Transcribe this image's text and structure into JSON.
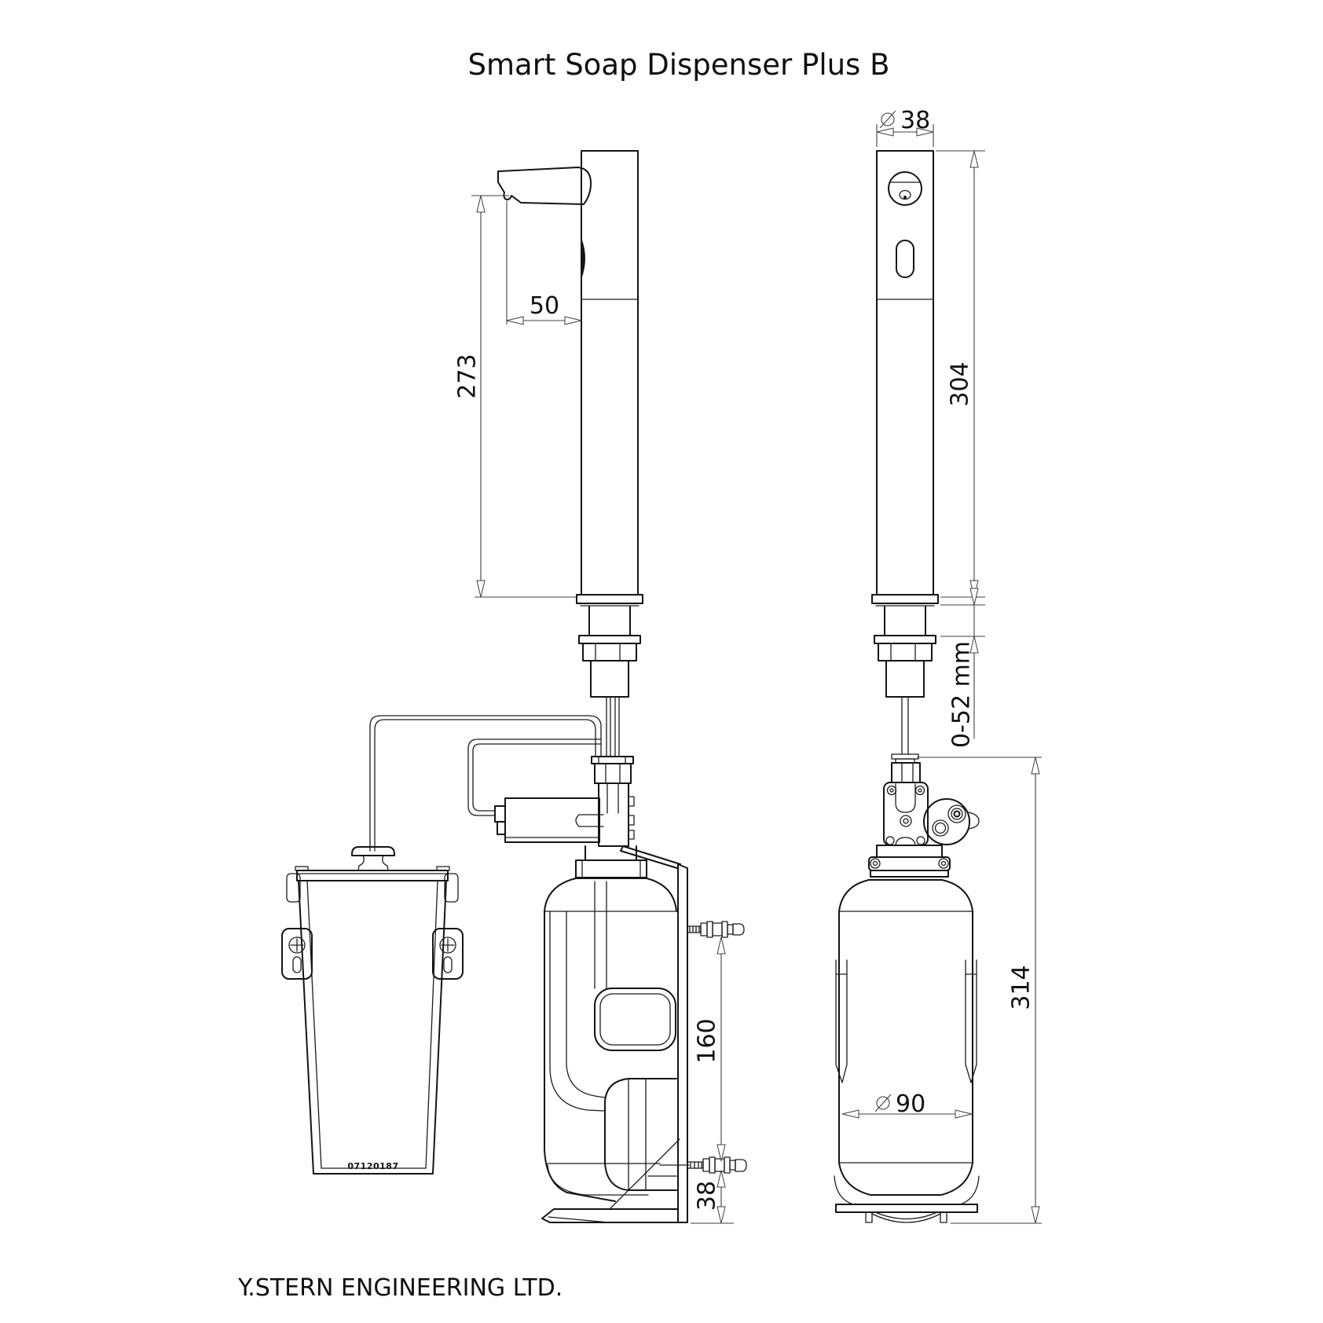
{
  "title": "Smart Soap Dispenser Plus B",
  "footer": "Y.STERN ENGINEERING LTD.",
  "drawing": {
    "serial_number": "07120187",
    "colors": {
      "object_line": "#141414",
      "dimension_line": "#3f3f3f",
      "background": "#ffffff"
    },
    "dimensions": {
      "head_diameter_mm": "38",
      "spout_reach_mm": "50",
      "spout_height_mm": "273",
      "column_height_mm": "304",
      "deck_thickness_range": "0-52 mm",
      "bracket_hole_spacing_mm": "160",
      "bracket_bottom_offset_mm": "38",
      "bottle_diameter_mm": "90",
      "under_counter_height_mm": "314"
    }
  }
}
